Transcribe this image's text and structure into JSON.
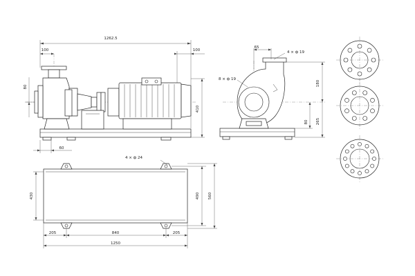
{
  "side_view": {
    "dim_total_length": "1262.5",
    "dim_left_offset": "100",
    "dim_right_offset": "100",
    "dim_flange_height": "80",
    "dim_total_height": "410",
    "dim_foot": "60"
  },
  "front_view": {
    "dim_center_offset": "65",
    "dim_discharge_holes": "4 × ф 19",
    "dim_suction_holes": "8 × ф 19",
    "dim_upper_height": "180",
    "dim_lower_height": "80",
    "dim_shaft_height": "265"
  },
  "base_plan": {
    "dim_anchor_holes": "4 × ф 24",
    "dim_inner_width": "430",
    "dim_width": "490",
    "dim_outer_width": "560",
    "dim_left_edge": "205",
    "dim_hole_spacing": "840",
    "dim_right_edge": "205",
    "dim_base_length": "1250"
  }
}
